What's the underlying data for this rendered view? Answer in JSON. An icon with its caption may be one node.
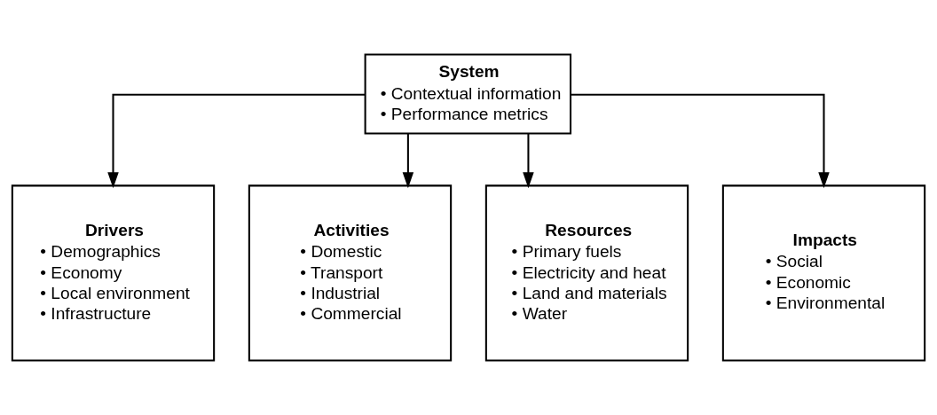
{
  "diagram": {
    "nodes": [
      {
        "text": [
          "System",
          "• Contextual information",
          "• Performance metrics"
        ]
      },
      {
        "text": [
          "Drivers",
          "• Demographics",
          "• Economy",
          "• Local environment",
          "• Infrastructure"
        ]
      },
      {
        "text": [
          "Activities",
          "• Domestic",
          "• Transport",
          "• Industrial",
          "• Commercial"
        ]
      },
      {
        "text": [
          "Resources",
          "• Primary fuels",
          "• Electricity and heat",
          "• Land and materials",
          "• Water"
        ]
      },
      {
        "text": [
          "Impacts",
          "• Social",
          "• Economic",
          "• Environmental"
        ]
      }
    ],
    "edges": [
      {
        "from": 0,
        "to": 1,
        "arrow": "to"
      },
      {
        "from": 0,
        "to": 2,
        "arrow": "to"
      },
      {
        "from": 0,
        "to": 3,
        "arrow": "to"
      },
      {
        "from": 0,
        "to": 4,
        "arrow": "to"
      }
    ]
  }
}
